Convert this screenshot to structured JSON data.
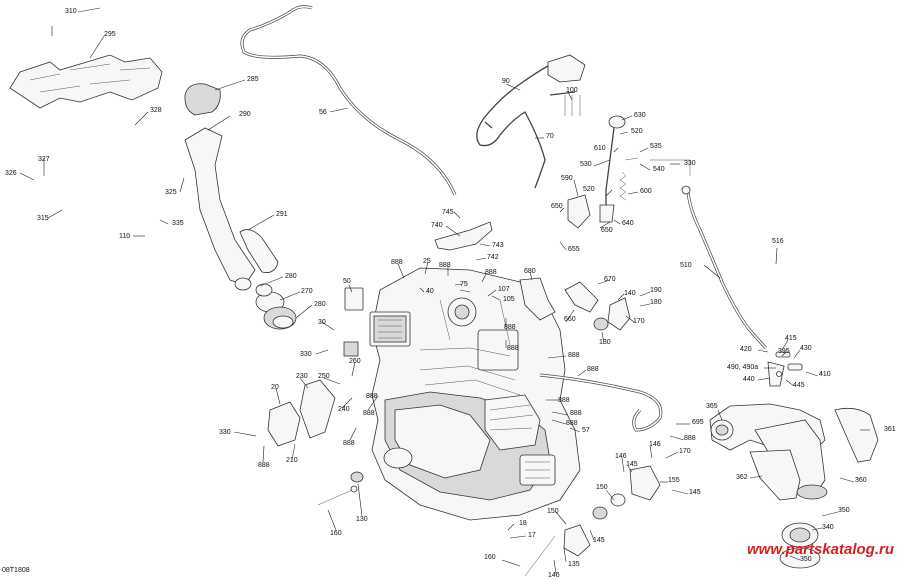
{
  "diagram": {
    "reference_code": "08T1808",
    "watermark": "www.partskatalog.ru",
    "callouts": [
      {
        "id": "c310",
        "label": "310"
      },
      {
        "id": "c295",
        "label": "295"
      },
      {
        "id": "c285",
        "label": "285"
      },
      {
        "id": "c328",
        "label": "328"
      },
      {
        "id": "c290",
        "label": "290"
      },
      {
        "id": "c56",
        "label": "56"
      },
      {
        "id": "c327",
        "label": "327"
      },
      {
        "id": "c326",
        "label": "326"
      },
      {
        "id": "c325",
        "label": "325"
      },
      {
        "id": "c315",
        "label": "315"
      },
      {
        "id": "c335",
        "label": "335"
      },
      {
        "id": "c110",
        "label": "110"
      },
      {
        "id": "c291",
        "label": "291"
      },
      {
        "id": "c280a",
        "label": "280"
      },
      {
        "id": "c270",
        "label": "270"
      },
      {
        "id": "c280b",
        "label": "280"
      },
      {
        "id": "c50",
        "label": "50"
      },
      {
        "id": "c30",
        "label": "30"
      },
      {
        "id": "c330a",
        "label": "330"
      },
      {
        "id": "c260",
        "label": "260"
      },
      {
        "id": "c250",
        "label": "250"
      },
      {
        "id": "c230",
        "label": "230"
      },
      {
        "id": "c240",
        "label": "240"
      },
      {
        "id": "c20",
        "label": "20"
      },
      {
        "id": "c330b",
        "label": "330"
      },
      {
        "id": "c888a",
        "label": "888"
      },
      {
        "id": "c210",
        "label": "210"
      },
      {
        "id": "c888b",
        "label": "888"
      },
      {
        "id": "c888c",
        "label": "888"
      },
      {
        "id": "c888d",
        "label": "888"
      },
      {
        "id": "c160a",
        "label": "160"
      },
      {
        "id": "c130a",
        "label": "130"
      },
      {
        "id": "c90",
        "label": "90"
      },
      {
        "id": "c100",
        "label": "100"
      },
      {
        "id": "c70",
        "label": "70"
      },
      {
        "id": "c630",
        "label": "630"
      },
      {
        "id": "c520a",
        "label": "520"
      },
      {
        "id": "c610",
        "label": "610"
      },
      {
        "id": "c535",
        "label": "535"
      },
      {
        "id": "c530",
        "label": "530"
      },
      {
        "id": "c540",
        "label": "540"
      },
      {
        "id": "c330c",
        "label": "330"
      },
      {
        "id": "c590",
        "label": "590"
      },
      {
        "id": "c520b",
        "label": "520"
      },
      {
        "id": "c600",
        "label": "600"
      },
      {
        "id": "c650a",
        "label": "650"
      },
      {
        "id": "c650b",
        "label": "650"
      },
      {
        "id": "c640",
        "label": "640"
      },
      {
        "id": "c655",
        "label": "655"
      },
      {
        "id": "c745",
        "label": "745"
      },
      {
        "id": "c740",
        "label": "740"
      },
      {
        "id": "c743",
        "label": "743"
      },
      {
        "id": "c742",
        "label": "742"
      },
      {
        "id": "c888e",
        "label": "888"
      },
      {
        "id": "c25",
        "label": "25"
      },
      {
        "id": "c888f",
        "label": "888"
      },
      {
        "id": "c888g",
        "label": "888"
      },
      {
        "id": "c40",
        "label": "40"
      },
      {
        "id": "c75",
        "label": "75"
      },
      {
        "id": "c107",
        "label": "107"
      },
      {
        "id": "c105",
        "label": "105"
      },
      {
        "id": "c888h",
        "label": "888"
      },
      {
        "id": "c888i",
        "label": "888"
      },
      {
        "id": "c680",
        "label": "680"
      },
      {
        "id": "c670",
        "label": "670"
      },
      {
        "id": "c660",
        "label": "660"
      },
      {
        "id": "c140",
        "label": "140"
      },
      {
        "id": "c190",
        "label": "190"
      },
      {
        "id": "c180",
        "label": "180"
      },
      {
        "id": "c170a",
        "label": "170"
      },
      {
        "id": "c130b",
        "label": "130"
      },
      {
        "id": "c888j",
        "label": "888"
      },
      {
        "id": "c888k",
        "label": "888"
      },
      {
        "id": "c888l",
        "label": "888"
      },
      {
        "id": "c888m",
        "label": "888"
      },
      {
        "id": "c888n",
        "label": "888"
      },
      {
        "id": "c57",
        "label": "57"
      },
      {
        "id": "c510",
        "label": "510"
      },
      {
        "id": "c516",
        "label": "516"
      },
      {
        "id": "c415",
        "label": "415"
      },
      {
        "id": "c420",
        "label": "420"
      },
      {
        "id": "c395",
        "label": "395"
      },
      {
        "id": "c430",
        "label": "430"
      },
      {
        "id": "c490",
        "label": "490, 490a"
      },
      {
        "id": "c440",
        "label": "440"
      },
      {
        "id": "c445",
        "label": "445"
      },
      {
        "id": "c410",
        "label": "410"
      },
      {
        "id": "c695",
        "label": "695"
      },
      {
        "id": "c888o",
        "label": "888"
      },
      {
        "id": "c365",
        "label": "365"
      },
      {
        "id": "c361",
        "label": "361"
      },
      {
        "id": "c146a",
        "label": "146"
      },
      {
        "id": "c170b",
        "label": "170"
      },
      {
        "id": "c146b",
        "label": "146"
      },
      {
        "id": "c145a",
        "label": "145"
      },
      {
        "id": "c155",
        "label": "155"
      },
      {
        "id": "c145b",
        "label": "145"
      },
      {
        "id": "c362",
        "label": "362"
      },
      {
        "id": "c360",
        "label": "360"
      },
      {
        "id": "c150a",
        "label": "150"
      },
      {
        "id": "c350a",
        "label": "350"
      },
      {
        "id": "c340",
        "label": "340"
      },
      {
        "id": "c350b",
        "label": "350"
      },
      {
        "id": "c18",
        "label": "18"
      },
      {
        "id": "c17",
        "label": "17"
      },
      {
        "id": "c150b",
        "label": "150"
      },
      {
        "id": "c145c",
        "label": "145"
      },
      {
        "id": "c160b",
        "label": "160"
      },
      {
        "id": "c146c",
        "label": "146"
      },
      {
        "id": "c135",
        "label": "135"
      }
    ]
  }
}
